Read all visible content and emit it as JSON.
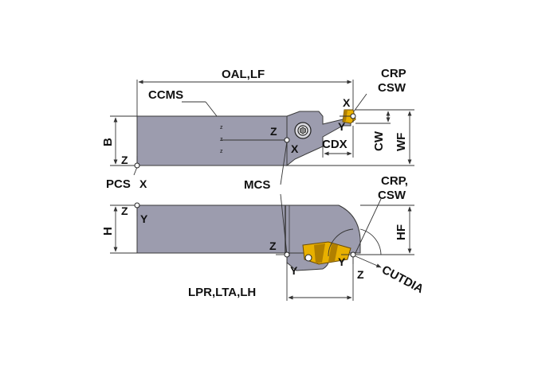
{
  "colors": {
    "body": "#9c9cae",
    "body_stroke": "#3a3a3a",
    "insert": "#e8b000",
    "insert_shadow": "#b07f00",
    "dimension": "#333333",
    "reference_point": "#ffffff"
  },
  "labels": {
    "oal_lf": "OAL,LF",
    "crp_top": "CRP",
    "csw_top": "CSW",
    "ccms": "CCMS",
    "b": "B",
    "cw": "CW",
    "wf": "WF",
    "cdx": "CDX",
    "pcs": "PCS",
    "mcs": "MCS",
    "crp_bottom": "CRP,",
    "csw_bottom": "CSW",
    "h": "H",
    "hf": "HF",
    "lpr_lta_lh": "LPR,LTA,LH",
    "cutdia": "CUTDIA"
  },
  "axes": {
    "x": "X",
    "y": "Y",
    "z": "Z"
  },
  "icons": {
    "clamp_screw": "clamp-screw-icon",
    "reference_marker": "reference-point-icon"
  }
}
